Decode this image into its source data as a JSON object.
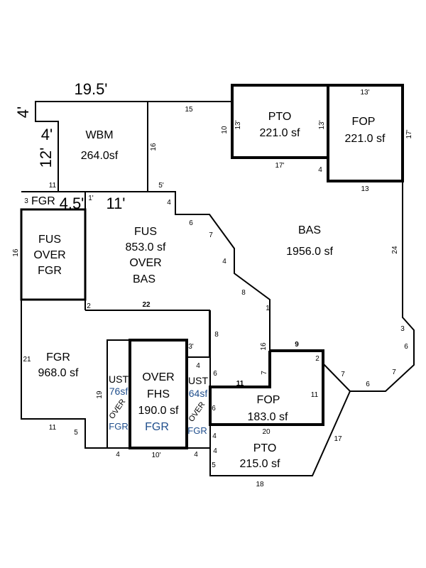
{
  "areas": {
    "wbm": {
      "name": "WBM",
      "area": "264.0sf"
    },
    "pto_top": {
      "name": "PTO",
      "area": "221.0 sf"
    },
    "fop_top": {
      "name": "FOP",
      "area": "221.0 sf"
    },
    "bas": {
      "name": "BAS",
      "area": "1956.0 sf"
    },
    "fus": {
      "l1": "FUS",
      "area": "853.0 sf",
      "l3": "OVER",
      "l4": "BAS"
    },
    "fus_fgr": {
      "l1": "FUS",
      "l2": "OVER",
      "l3": "FGR"
    },
    "fgr_small": {
      "name": "FGR"
    },
    "fgr": {
      "name": "FGR",
      "area": "968.0 sf"
    },
    "ust_left": {
      "name": "UST",
      "area": "76sf",
      "over": "OVER",
      "base": "FGR"
    },
    "fhs": {
      "l1": "OVER",
      "l2": "FHS",
      "area": "190.0 sf",
      "base": "FGR"
    },
    "ust_right": {
      "name": "UST",
      "area": "64sf",
      "over": "OVER",
      "base": "FGR"
    },
    "fop_bottom": {
      "name": "FOP",
      "area": "183.0 sf"
    },
    "pto_bottom": {
      "name": "PTO",
      "area": "215.0 sf"
    }
  },
  "dimensions": {
    "big": [
      "19.5'",
      "4'",
      "4'",
      "12'",
      "4.5'",
      "11'"
    ],
    "small": [
      "15",
      "16",
      "5'",
      "11",
      "3",
      "1'",
      "4",
      "10",
      "13'",
      "17'",
      "13'",
      "4",
      "13",
      "13'",
      "17'",
      "16",
      "6",
      "7",
      "4",
      "8",
      "1",
      "24",
      "22",
      "2",
      "21",
      "8",
      "16",
      "9",
      "2",
      "3",
      "6",
      "7",
      "7",
      "6",
      "11",
      "7",
      "11",
      "6",
      "6",
      "4",
      "3'",
      "4",
      "19",
      "11",
      "5",
      "4",
      "10'",
      "4",
      "20",
      "4",
      "5",
      "17",
      "18"
    ]
  }
}
